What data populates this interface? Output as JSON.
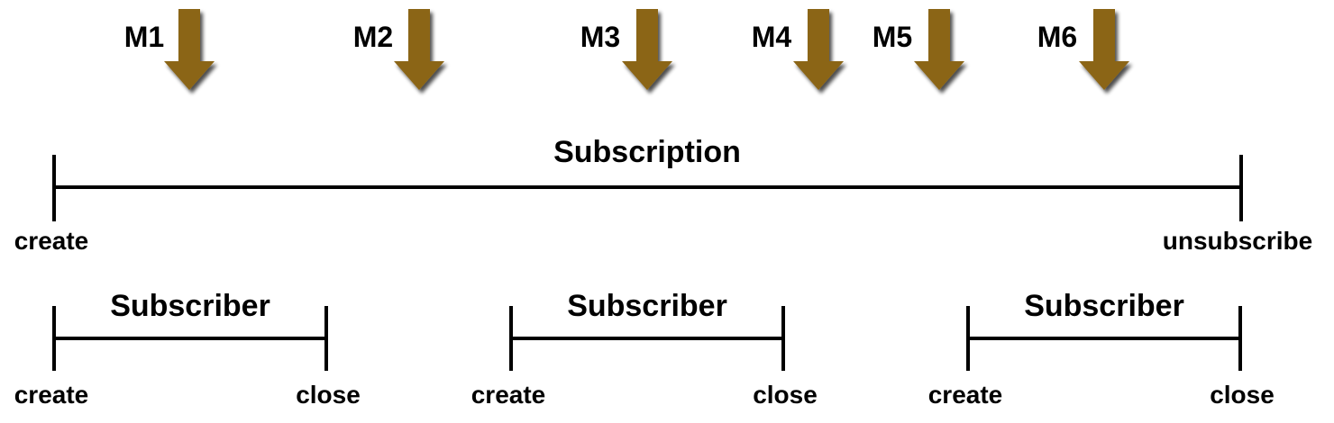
{
  "colors": {
    "arrow": "#8B6518",
    "arrow_shadow": "#3a3a3a",
    "line": "#000000",
    "background": "#ffffff"
  },
  "messages": [
    {
      "label": "M1"
    },
    {
      "label": "M2"
    },
    {
      "label": "M3"
    },
    {
      "label": "M4"
    },
    {
      "label": "M5"
    },
    {
      "label": "M6"
    }
  ],
  "subscription": {
    "title": "Subscription",
    "start_label": "create",
    "end_label": "unsubscribe"
  },
  "subscribers": [
    {
      "title": "Subscriber",
      "start_label": "create",
      "end_label": "close"
    },
    {
      "title": "Subscriber",
      "start_label": "create",
      "end_label": "close"
    },
    {
      "title": "Subscriber",
      "start_label": "create",
      "end_label": "close"
    }
  ]
}
